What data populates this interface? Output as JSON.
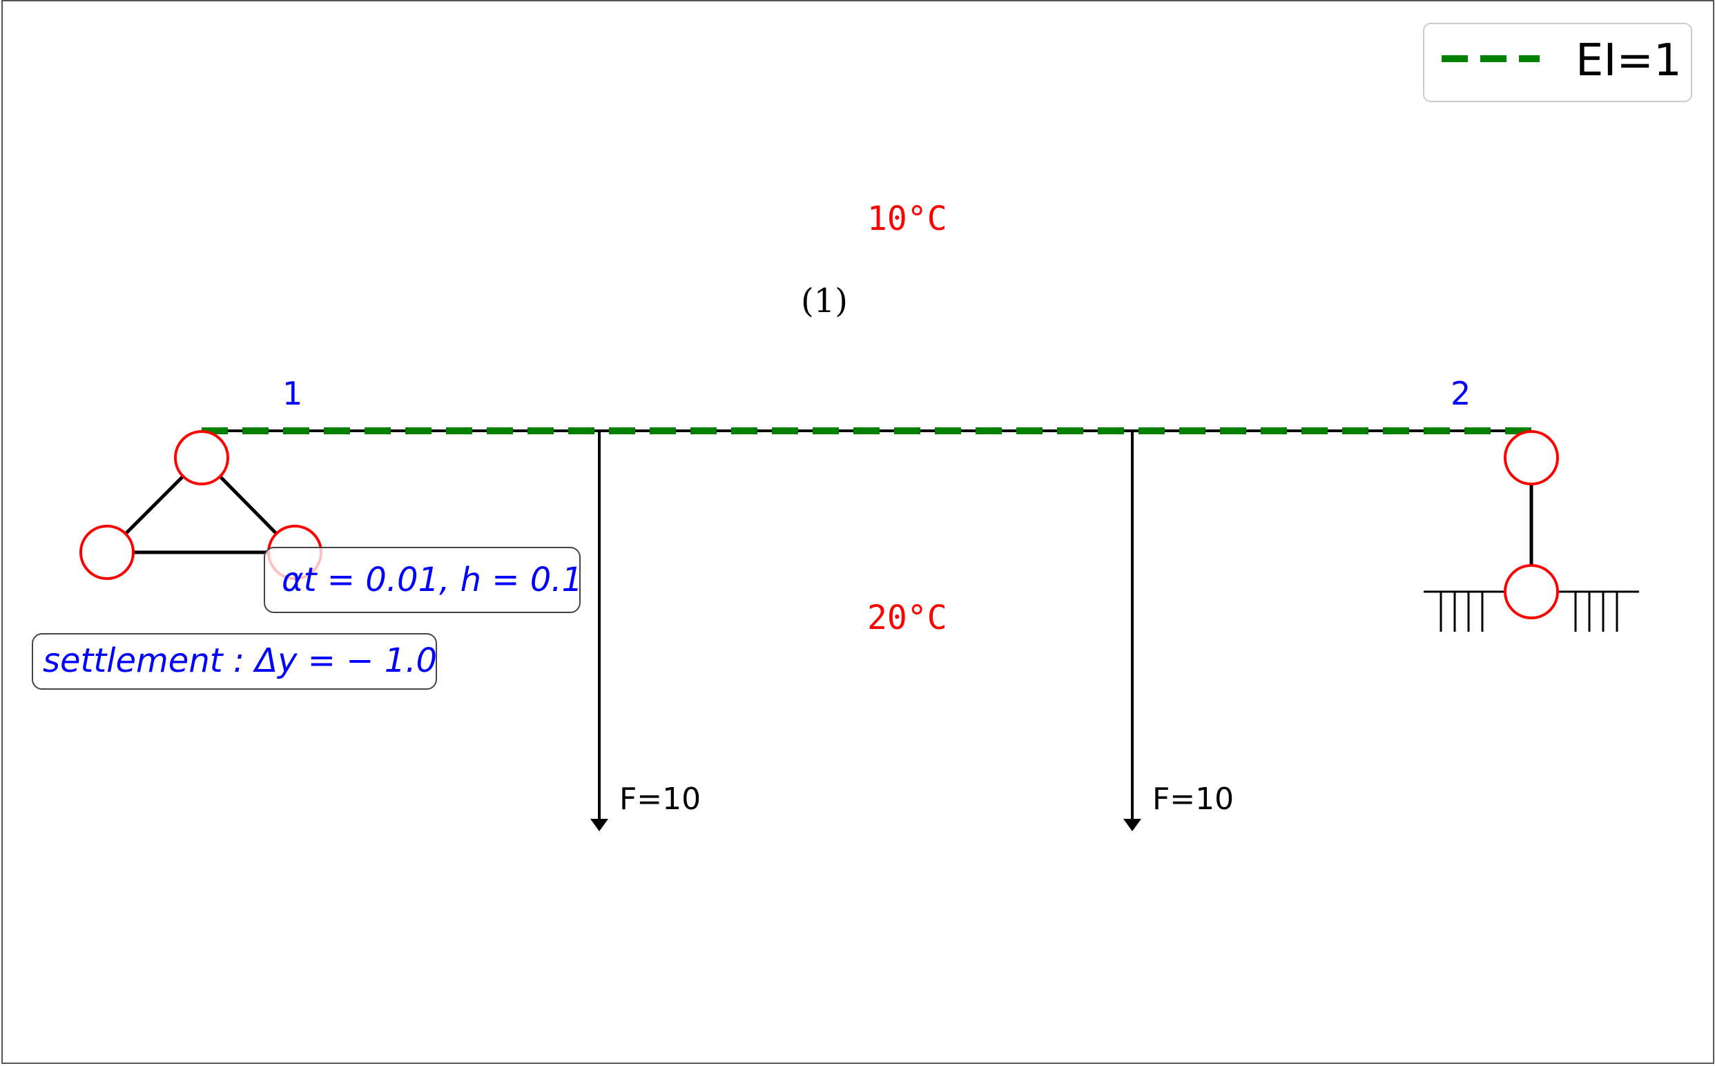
{
  "legend": {
    "label": "EI=1",
    "line_color": "#008000",
    "line_style": "dashed"
  },
  "element": {
    "label": "(1)"
  },
  "nodes": [
    {
      "label": "1"
    },
    {
      "label": "2"
    }
  ],
  "temperatures": {
    "top": "10°C",
    "bottom": "20°C",
    "color": "#ff0000"
  },
  "loads": [
    {
      "label": "F=10"
    },
    {
      "label": "F=10"
    }
  ],
  "annotations": {
    "thermal": "αt = 0.01, h = 0.1",
    "settlement": "settlement : Δy = − 1.0",
    "color": "#0000ff"
  },
  "colors": {
    "hinge": "#ff0000",
    "member": "#000000",
    "node_label": "#0000ff",
    "frame": "#555555"
  }
}
